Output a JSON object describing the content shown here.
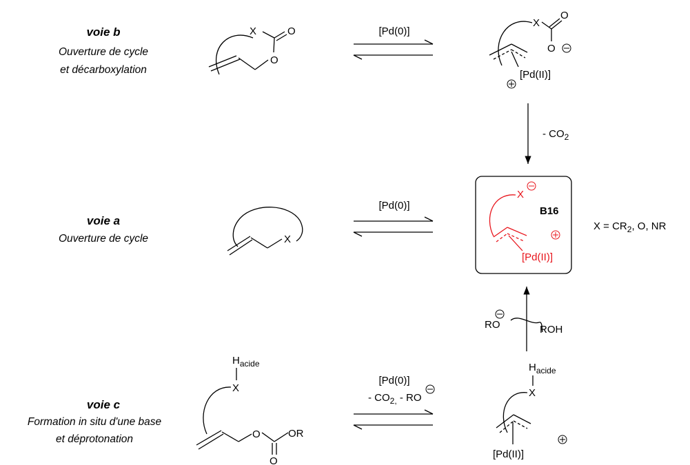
{
  "routes": {
    "b": {
      "title": "voie b",
      "line1": "Ouverture de cycle",
      "line2": "et décarboxylation"
    },
    "a": {
      "title": "voie a",
      "line1": "Ouverture de cycle"
    },
    "c": {
      "title": "voie c",
      "line1": "Formation in situ d'une base",
      "line2": "et déprotonation"
    }
  },
  "reagents": {
    "pd0": "[Pd(0)]",
    "minus": "- ",
    "co2_c": "CO",
    "co2_sub": "2",
    "co2_comma": ",",
    "ro_minus": " - RO"
  },
  "atoms": {
    "x": "X",
    "o": "O",
    "or": "OR",
    "h": "H",
    "acide": "acide",
    "pd2": "[Pd(II)]",
    "ro": "RO",
    "roh": "ROH"
  },
  "intermediate": {
    "label": "B16"
  },
  "legend": {
    "x_eq": "X = CR",
    "x_sub": "2",
    "x_rest": ", O, NR"
  },
  "colors": {
    "highlight": "#e8141b",
    "ink": "#000000"
  }
}
